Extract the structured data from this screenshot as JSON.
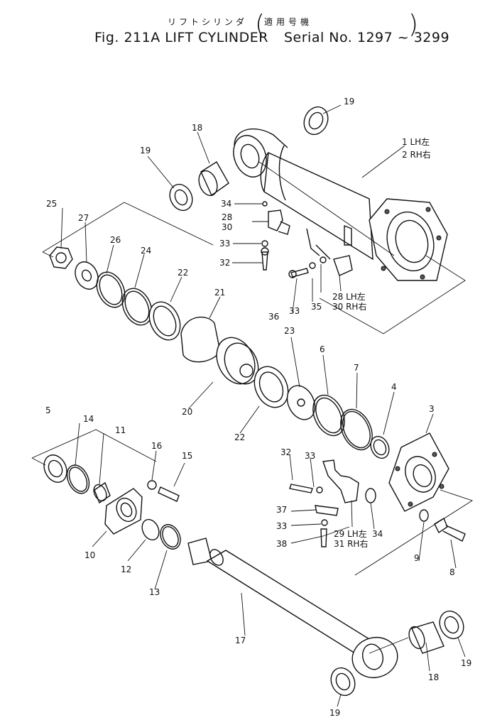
{
  "header": {
    "title_jp": "リフトシリンダ",
    "applicable_jp": "適用号機",
    "title_en": "Fig. 211A  LIFT CYLINDER",
    "serial": "Serial No. 1297 ~ 3299"
  },
  "callouts": [
    {
      "id": "c-19-top",
      "text": "19"
    },
    {
      "id": "c-1",
      "text": "1 LH左"
    },
    {
      "id": "c-2",
      "text": "2 RH右"
    },
    {
      "id": "c-18-top",
      "text": "18"
    },
    {
      "id": "c-19-left",
      "text": "19"
    },
    {
      "id": "c-34-top",
      "text": "34"
    },
    {
      "id": "c-28-top",
      "text": "28"
    },
    {
      "id": "c-30-top",
      "text": "30"
    },
    {
      "id": "c-33-top",
      "text": "33"
    },
    {
      "id": "c-32-top",
      "text": "32"
    },
    {
      "id": "c-25",
      "text": "25"
    },
    {
      "id": "c-27",
      "text": "27"
    },
    {
      "id": "c-26",
      "text": "26"
    },
    {
      "id": "c-24",
      "text": "24"
    },
    {
      "id": "c-22-top",
      "text": "22"
    },
    {
      "id": "c-21",
      "text": "21"
    },
    {
      "id": "c-36",
      "text": "36"
    },
    {
      "id": "c-33-mid",
      "text": "33"
    },
    {
      "id": "c-35",
      "text": "35"
    },
    {
      "id": "c-28lh",
      "text": "28 LH左"
    },
    {
      "id": "c-30rh",
      "text": "30 RH右"
    },
    {
      "id": "c-23",
      "text": "23"
    },
    {
      "id": "c-6",
      "text": "6"
    },
    {
      "id": "c-7",
      "text": "7"
    },
    {
      "id": "c-4",
      "text": "4"
    },
    {
      "id": "c-3",
      "text": "3"
    },
    {
      "id": "c-20",
      "text": "20"
    },
    {
      "id": "c-22-low",
      "text": "22"
    },
    {
      "id": "c-5",
      "text": "5"
    },
    {
      "id": "c-14",
      "text": "14"
    },
    {
      "id": "c-11",
      "text": "11"
    },
    {
      "id": "c-16",
      "text": "16"
    },
    {
      "id": "c-15",
      "text": "15"
    },
    {
      "id": "c-32-low",
      "text": "32"
    },
    {
      "id": "c-33-low",
      "text": "33"
    },
    {
      "id": "c-37",
      "text": "37"
    },
    {
      "id": "c-33-low2",
      "text": "33"
    },
    {
      "id": "c-29lh",
      "text": "29 LH左"
    },
    {
      "id": "c-31rh",
      "text": "31 RH右"
    },
    {
      "id": "c-34-low",
      "text": "34"
    },
    {
      "id": "c-38",
      "text": "38"
    },
    {
      "id": "c-10",
      "text": "10"
    },
    {
      "id": "c-12",
      "text": "12"
    },
    {
      "id": "c-13",
      "text": "13"
    },
    {
      "id": "c-9",
      "text": "9"
    },
    {
      "id": "c-8",
      "text": "8"
    },
    {
      "id": "c-17",
      "text": "17"
    },
    {
      "id": "c-18-low",
      "text": "18"
    },
    {
      "id": "c-19-br",
      "text": "19"
    },
    {
      "id": "c-19-bot",
      "text": "19"
    }
  ]
}
